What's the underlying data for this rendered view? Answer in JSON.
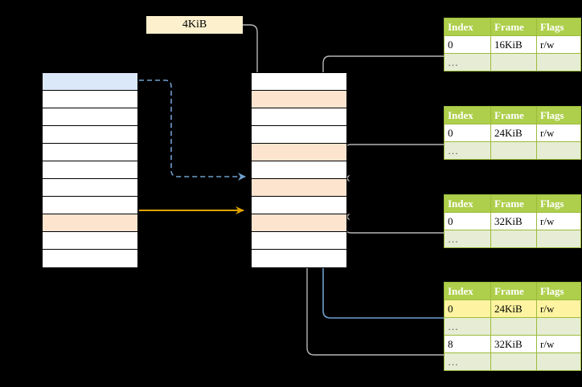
{
  "diagram": {
    "title_label": "4KiB",
    "left_column": {
      "name": "virtual-address-space",
      "row_count": 11,
      "highlights": [
        {
          "index": 0,
          "color": "#dbe8f9",
          "role": "blue-selected-page"
        },
        {
          "index": 8,
          "color": "#fce4cf",
          "role": "orange-selected-page"
        }
      ]
    },
    "middle_column": {
      "name": "physical-memory",
      "row_count": 11,
      "highlights": [
        {
          "index": 1,
          "color": "#fce4cf"
        },
        {
          "index": 4,
          "color": "#fce4cf"
        },
        {
          "index": 6,
          "color": "#fce4cf"
        },
        {
          "index": 8,
          "color": "#fce4cf"
        }
      ]
    },
    "colors": {
      "header_green": "#aecf4b",
      "row_alt_green": "#e7edd4",
      "border_green": "#9cbb3c",
      "blue_fill": "#dbe8f9",
      "orange_fill": "#fce4cf",
      "orange_arrow": "#e0a400",
      "blue_arrow": "#6f9fd0",
      "gray_arrow": "#b5b5b5",
      "highlight_yellow": "#fdf3a0",
      "label_yellow": "#fdf0cd",
      "background": "#000000"
    }
  },
  "page_tables": [
    {
      "name": "page-table-1",
      "headers": [
        "Index",
        "Frame",
        "Flags"
      ],
      "rows": [
        {
          "cells": [
            "0",
            "16KiB",
            "r/w"
          ],
          "style": "normal",
          "highlight": []
        },
        {
          "cells": [
            "…",
            "",
            ""
          ],
          "style": "ellipsis",
          "highlight": []
        }
      ]
    },
    {
      "name": "page-table-2",
      "headers": [
        "Index",
        "Frame",
        "Flags"
      ],
      "rows": [
        {
          "cells": [
            "0",
            "24KiB",
            "r/w"
          ],
          "style": "normal",
          "highlight": []
        },
        {
          "cells": [
            "…",
            "",
            ""
          ],
          "style": "ellipsis",
          "highlight": []
        }
      ]
    },
    {
      "name": "page-table-3",
      "headers": [
        "Index",
        "Frame",
        "Flags"
      ],
      "rows": [
        {
          "cells": [
            "0",
            "32KiB",
            "r/w"
          ],
          "style": "normal",
          "highlight": []
        },
        {
          "cells": [
            "…",
            "",
            ""
          ],
          "style": "ellipsis",
          "highlight": []
        }
      ]
    },
    {
      "name": "page-table-4",
      "headers": [
        "Index",
        "Frame",
        "Flags"
      ],
      "rows": [
        {
          "cells": [
            "0",
            "24KiB",
            "r/w"
          ],
          "style": "normal",
          "highlight": [
            0,
            1,
            2
          ]
        },
        {
          "cells": [
            "…",
            "",
            ""
          ],
          "style": "ellipsis",
          "highlight": []
        },
        {
          "cells": [
            "8",
            "32KiB",
            "r/w"
          ],
          "style": "normal",
          "highlight": []
        },
        {
          "cells": [
            "…",
            "",
            ""
          ],
          "style": "ellipsis",
          "highlight": []
        }
      ]
    }
  ]
}
